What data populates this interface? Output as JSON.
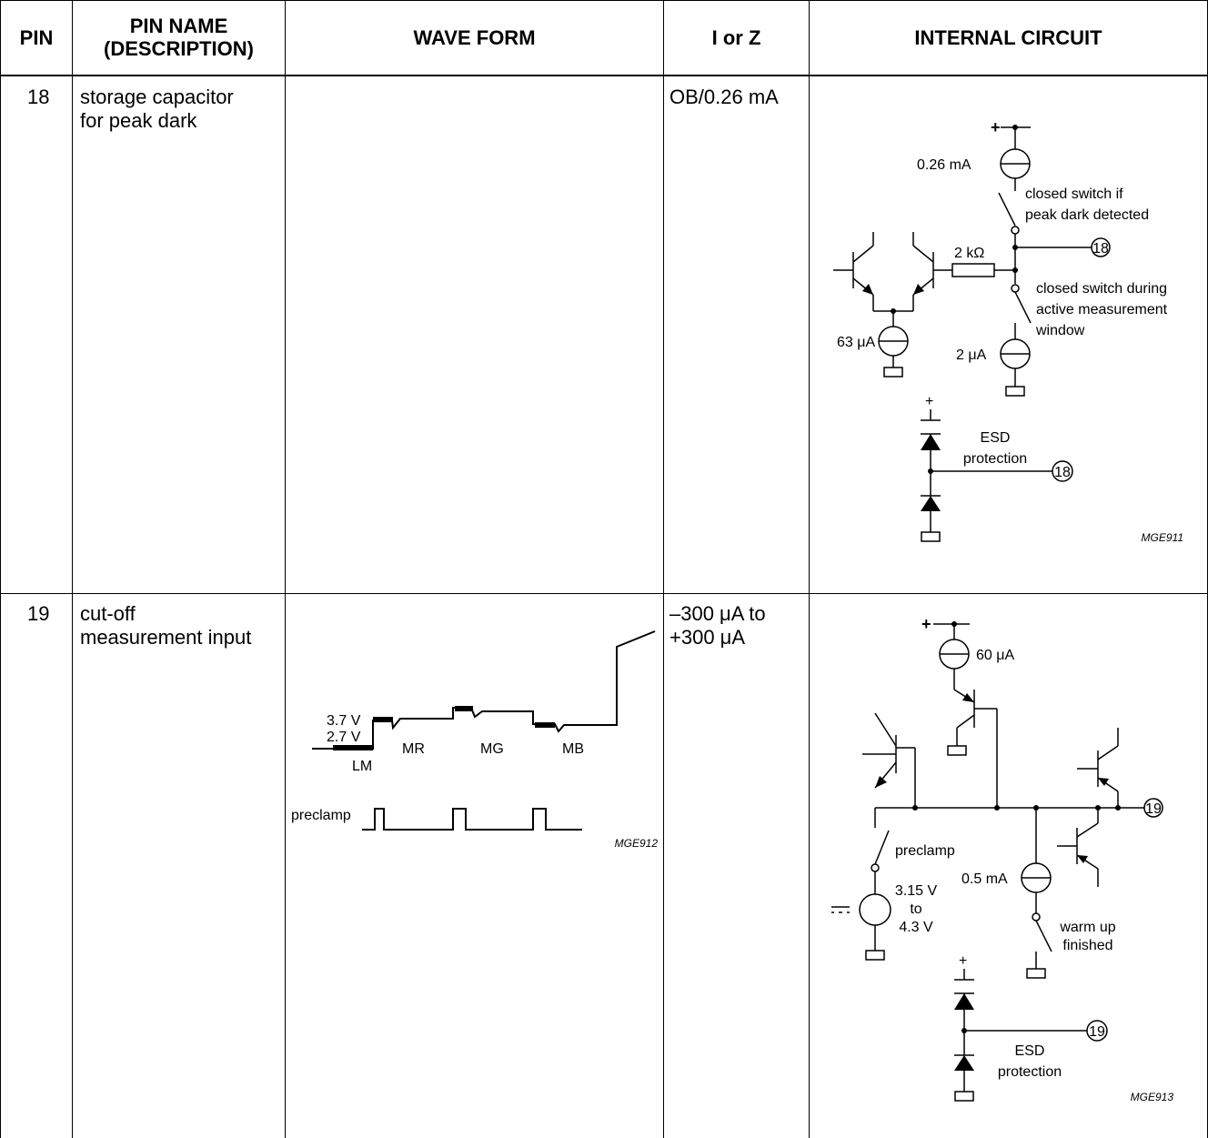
{
  "table": {
    "headers": {
      "pin": "PIN",
      "pin_name_line1": "PIN NAME",
      "pin_name_line2": "(DESCRIPTION)",
      "wave_form": "WAVE FORM",
      "i_or_z": "I or Z",
      "internal_circuit": "INTERNAL CIRCUIT"
    },
    "rows": [
      {
        "pin": "18",
        "name_line1": "storage capacitor",
        "name_line2": "for peak dark",
        "i_or_z": "OB/0.26 mA",
        "circuit": {
          "supply": "+",
          "current_source_top": "0.26 mA",
          "switch_top_line1": "closed switch if",
          "switch_top_line2": "peak dark detected",
          "resistor": "2 kΩ",
          "pin_ref": "18",
          "switch_bottom_line1": "closed switch during",
          "switch_bottom_line2": "active measurement",
          "switch_bottom_line3": "window",
          "tail_source": "63 μA",
          "bottom_source": "2 μA",
          "esd_supply": "+",
          "esd_line1": "ESD",
          "esd_line2": "protection",
          "esd_pin_ref": "18",
          "figure_code": "MGE911"
        }
      },
      {
        "pin": "19",
        "name_line1": "cut-off",
        "name_line2": "measurement input",
        "i_or_z_line1": "–300 μA to",
        "i_or_z_line2": "+300 μA",
        "waveform": {
          "level_high": "3.7 V",
          "level_low": "2.7 V",
          "label_lm": "LM",
          "label_mr": "MR",
          "label_mg": "MG",
          "label_mb": "MB",
          "label_preclamp": "preclamp",
          "figure_code": "MGE912"
        },
        "circuit": {
          "supply": "+",
          "current_source_top": "60 μA",
          "pin_ref": "19",
          "switch_label": "preclamp",
          "voltage_line1": "3.15 V",
          "voltage_line2": "to",
          "voltage_line3": "4.3 V",
          "sink_source": "0.5 mA",
          "switch2_line1": "warm up",
          "switch2_line2": "finished",
          "esd_supply": "+",
          "esd_line1": "ESD",
          "esd_line2": "protection",
          "esd_pin_ref": "19",
          "figure_code": "MGE913"
        }
      }
    ]
  }
}
